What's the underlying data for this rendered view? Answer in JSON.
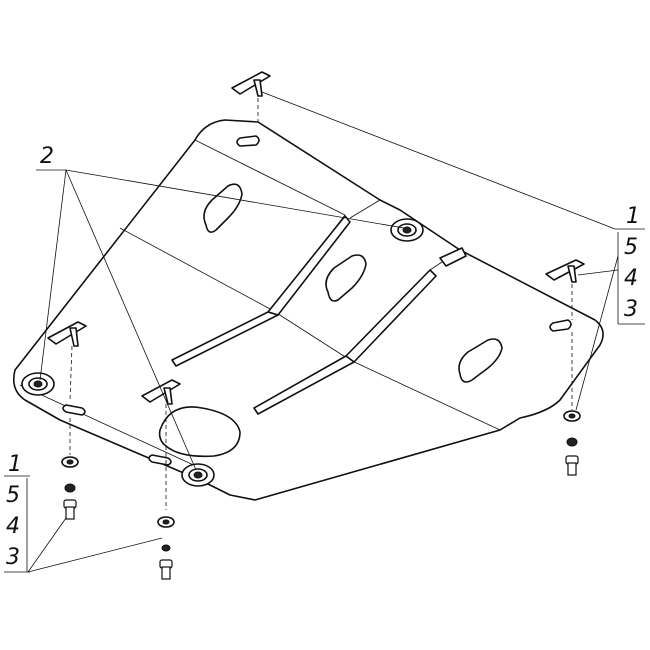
{
  "callouts": {
    "left_bracket": [
      "1",
      "5",
      "4",
      "3"
    ],
    "right_bracket": [
      "1",
      "5",
      "4",
      "3"
    ],
    "top_label": "2"
  },
  "colors": {
    "line": "#111111",
    "background": "#ffffff"
  }
}
